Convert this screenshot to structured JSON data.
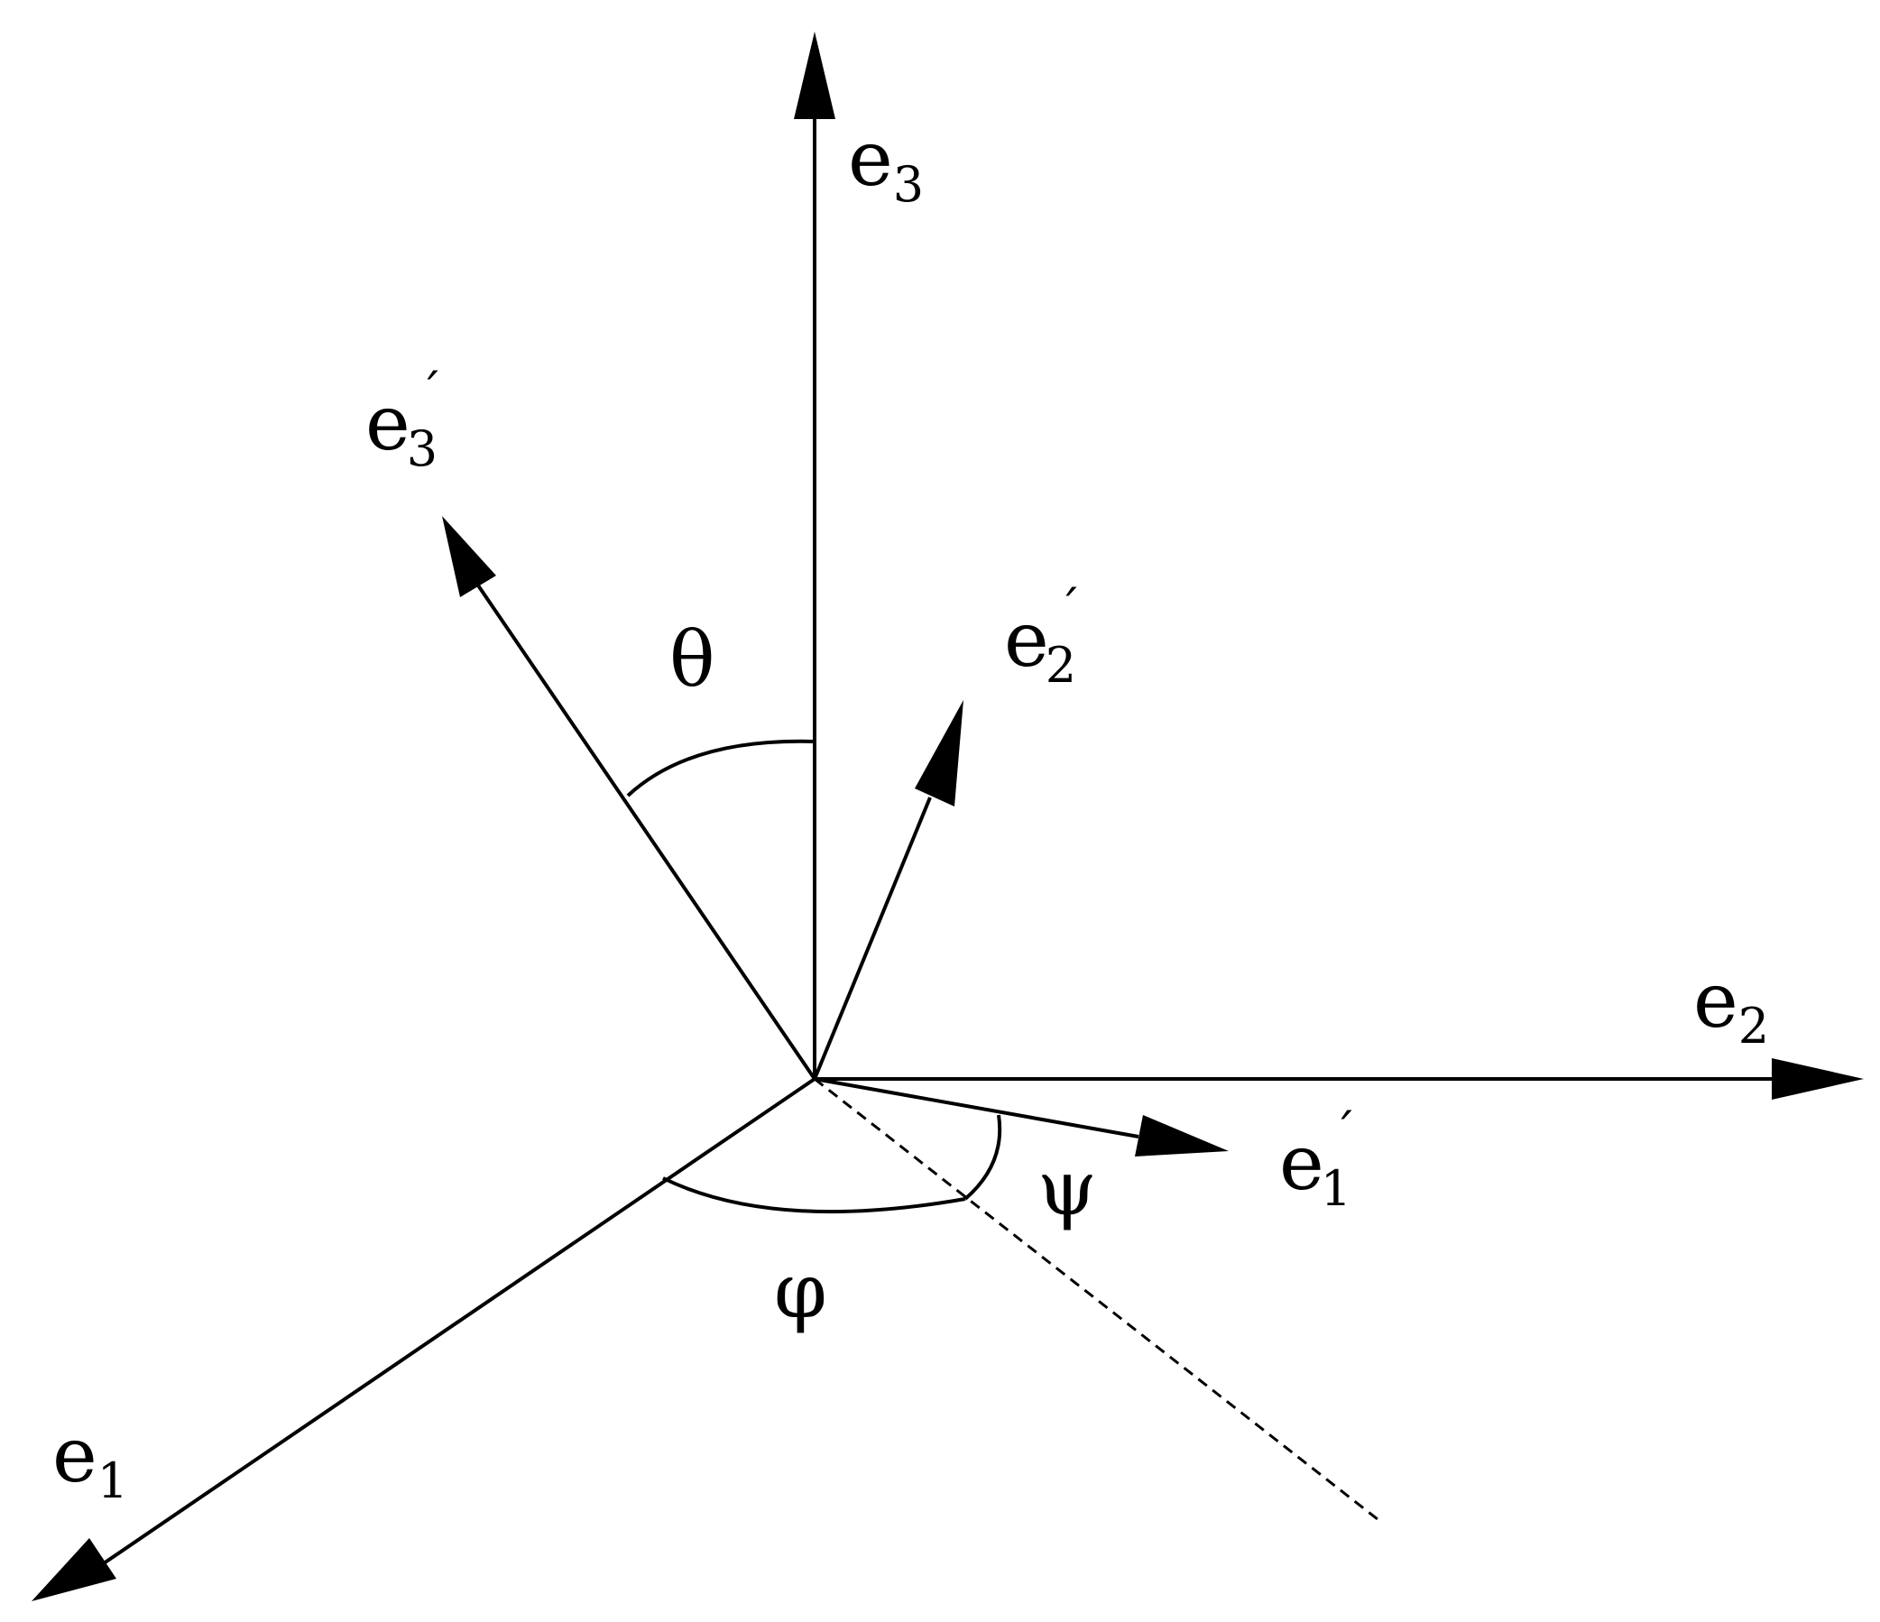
{
  "diagram": {
    "labels": {
      "e3": {
        "main": "e",
        "sub": "3",
        "prime": ""
      },
      "e3_prime": {
        "main": "e",
        "sub": "3",
        "prime": "´"
      },
      "e2_prime": {
        "main": "e",
        "sub": "2",
        "prime": "´"
      },
      "e2": {
        "main": "e",
        "sub": "2",
        "prime": ""
      },
      "e1_prime": {
        "main": "e",
        "sub": "1",
        "prime": "´"
      },
      "e1": {
        "main": "e",
        "sub": "1",
        "prime": ""
      },
      "theta": "θ",
      "phi": "φ",
      "psi": "ψ"
    },
    "colors": {
      "stroke": "#000000",
      "background": "#ffffff"
    }
  }
}
